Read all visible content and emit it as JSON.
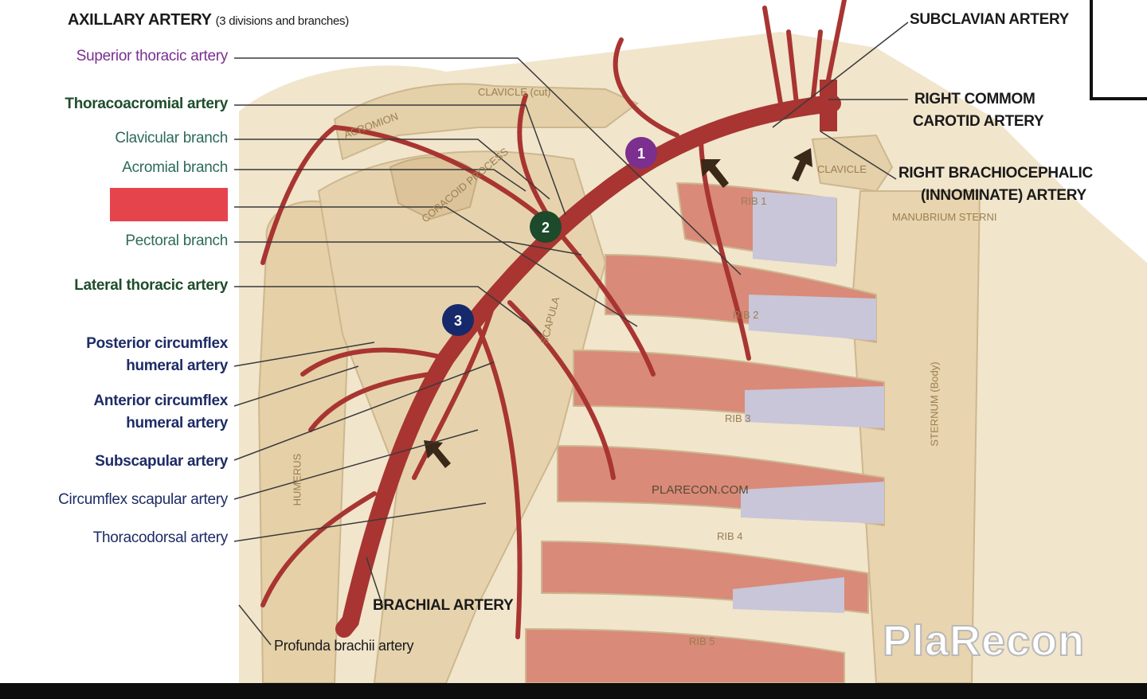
{
  "title": {
    "main": "AXILLARY ARTERY",
    "sub": "(3 divisions and branches)"
  },
  "left_labels": [
    "Superior thoracic artery",
    "Thoracoacromial artery",
    "Clavicular branch",
    "Acromial branch",
    "Pectoral branch",
    "Lateral thoracic artery",
    "Posterior circumflex",
    "humeral artery",
    "Anterior circumflex",
    "humeral artery",
    "Subscapular artery",
    "Circumflex scapular artery",
    "Thoracodorsal artery",
    "Profunda brachii artery"
  ],
  "right_labels": {
    "subclavian": "SUBCLAVIAN ARTERY",
    "carotid_1": "RIGHT COMMOM",
    "carotid_2": "CAROTID ARTERY",
    "brachio_1": "RIGHT BRACHIOCEPHALIC",
    "brachio_2": "(INNOMINATE) ARTERY",
    "brachial": "BRACHIAL ARTERY"
  },
  "markers": [
    "1",
    "2",
    "3"
  ],
  "tissue_labels": {
    "clavicle_cut": "CLAVICLE (cut)",
    "acromion": "ACROMION",
    "coracoid": "CORACOID PROCESS",
    "clavicle": "CLAVICLE",
    "manubrium": "MANUBRIUM STERNI",
    "rib1": "RIB 1",
    "rib2": "RIB 2",
    "rib3": "RIB 3",
    "rib4": "RIB 4",
    "rib5": "RIB 5",
    "scapula": "SCAPULA",
    "humerus": "HUMERUS",
    "sternum": "STERNUM (Body)",
    "site": "PLARECON.COM"
  },
  "watermark": "PlaRecon",
  "colors": {
    "artery": "#a83532",
    "artery_dark": "#7e2321",
    "bone": "#e9d6b2",
    "muscle": "#d9897a",
    "cartilage": "#c8c6d8",
    "hidden_label_block": "#e6444d",
    "marker_1": "#7b2f8f",
    "marker_2": "#1c4a2a",
    "marker_3": "#16296b"
  }
}
